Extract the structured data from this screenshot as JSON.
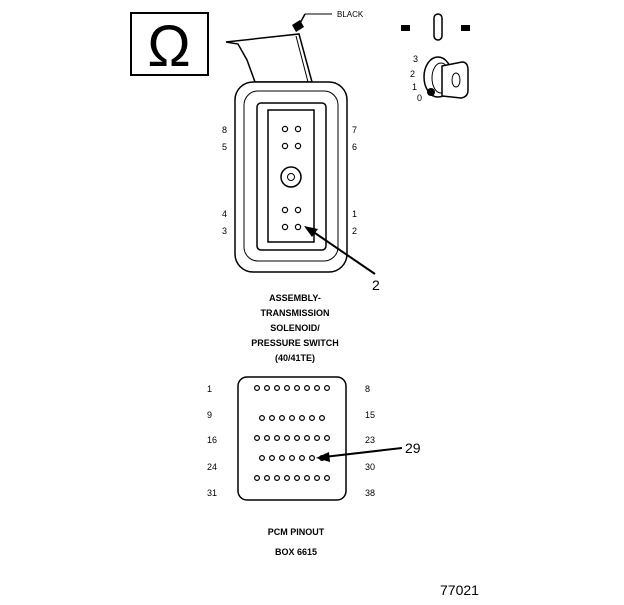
{
  "ohm_symbol": "Ω",
  "wire_color_label": "BLACK",
  "key_switch": {
    "positions": [
      "3",
      "2",
      "1",
      "0"
    ]
  },
  "connector": {
    "left_pins": [
      "8",
      "5",
      "4",
      "3"
    ],
    "right_pins": [
      "7",
      "6",
      "1",
      "2"
    ],
    "callout": "2",
    "caption_lines": [
      "ASSEMBLY-",
      "TRANSMISSION",
      "SOLENOID/",
      "PRESSURE SWITCH",
      "(40/41TE)"
    ]
  },
  "pcm": {
    "left_pins": [
      "1",
      "9",
      "16",
      "24",
      "31"
    ],
    "right_pins": [
      "8",
      "15",
      "23",
      "30",
      "38"
    ],
    "callout": "29",
    "caption_lines": [
      "PCM PINOUT",
      "BOX 6615"
    ]
  },
  "figure_number": "77021"
}
